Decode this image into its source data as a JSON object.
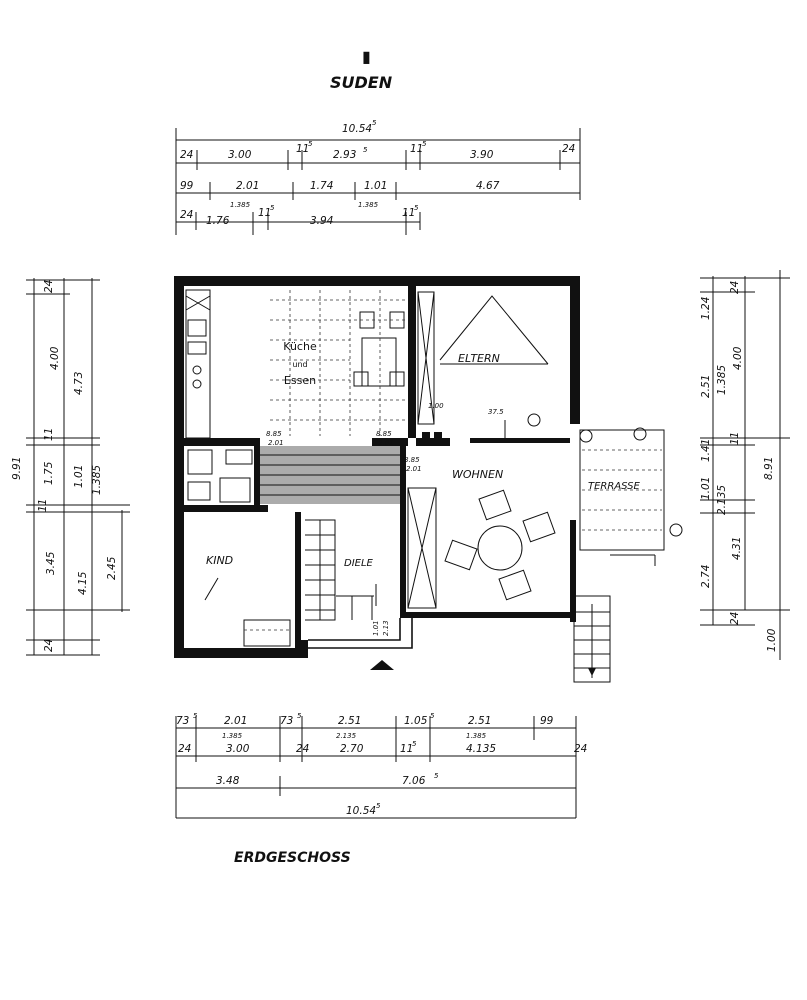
{
  "orientation": {
    "mark": "▮",
    "label": "SUDEN"
  },
  "caption": "ERDGESCHOSS",
  "rooms": {
    "kueche": [
      "Küche",
      "und",
      "Essen"
    ],
    "eltern": "ELTERN",
    "wohnen": "WOHNEN",
    "terrasse": "TERRASSE",
    "kind": "KIND",
    "diele": "DIELE"
  },
  "dimensions": {
    "top_overall": "10.54",
    "top_overall_sup": "5",
    "top_row1": [
      "24",
      "3.00",
      "11",
      "2.93",
      "11",
      "3.90",
      "24"
    ],
    "top_row1_sup": [
      "",
      "",
      "5",
      "5",
      "5",
      "",
      ""
    ],
    "top_row2": [
      "99",
      "2.01",
      "1.74",
      "1.01",
      "4.67"
    ],
    "top_row2_sub": [
      "1.385",
      "1.385"
    ],
    "top_row3": [
      "24",
      "1.76",
      "11",
      "3.94",
      "11"
    ],
    "top_row3_sup": [
      "",
      "",
      "5",
      "",
      "5"
    ],
    "bottom_row1": [
      "73",
      "2.01",
      "73",
      "2.51",
      "1.05",
      "2.51",
      "99"
    ],
    "bottom_row1_sup": [
      "5",
      "",
      "5",
      "",
      "5",
      "",
      ""
    ],
    "bottom_row1_sub": [
      "1.385",
      "2.135",
      "1.385"
    ],
    "bottom_row2": [
      "24",
      "3.00",
      "24",
      "2.70",
      "11",
      "4.135",
      "24"
    ],
    "bottom_row2_sup": [
      "",
      "",
      "",
      "",
      "5",
      "",
      ""
    ],
    "bottom_row3": [
      "3.48",
      "7.06"
    ],
    "bottom_row3_sup": [
      "",
      "5"
    ],
    "bottom_overall": "10.54",
    "bottom_overall_sup": "5",
    "left_overall": "9.91",
    "left_col1": [
      "24",
      "4.00",
      "11",
      "1.75",
      "11",
      "3.45",
      "24"
    ],
    "left_col2": [
      "4.73",
      "1.01",
      "1.385",
      "4.15",
      "2.45"
    ],
    "right_overall": "8.91",
    "right_col1": [
      "1.24",
      "2.51",
      "1.41",
      "1.01",
      "2.74",
      "1.00"
    ],
    "right_col2": [
      "24",
      "4.00",
      "1.385",
      "11",
      "2.135",
      "4.31",
      "24"
    ],
    "interior": [
      "1.00",
      "37.5",
      "8.85",
      "2.01",
      "8.85",
      "2.01",
      "8.85",
      "2.01",
      "1.01",
      "2.13"
    ]
  }
}
